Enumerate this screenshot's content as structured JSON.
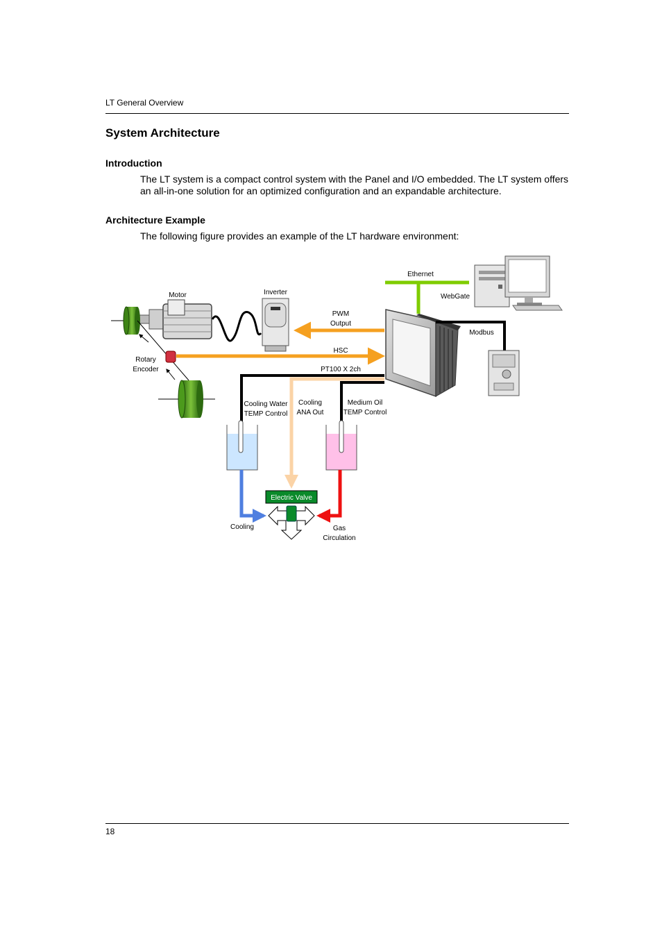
{
  "header": {
    "running_title": "LT General Overview"
  },
  "section": {
    "title": "System Architecture"
  },
  "introduction": {
    "heading": "Introduction",
    "text": "The LT system is a compact control system with the Panel and I/O embedded. The LT system offers an all-in-one solution for an optimized configuration and an expandable architecture."
  },
  "architecture": {
    "heading": "Architecture Example",
    "text": "The following figure provides an example of the LT hardware environment:"
  },
  "figure": {
    "labels": {
      "ethernet": "Ethernet",
      "webgate": "WebGate",
      "motor": "Motor",
      "inverter": "Inverter",
      "pwm_1": "PWM",
      "pwm_2": "Output",
      "modbus": "Modbus",
      "hsc": "HSC",
      "rotary_1": "Rotary",
      "rotary_2": "Encoder",
      "pt100": "PT100 X 2ch",
      "cooling_water_1": "Cooling Water",
      "cooling_water_2": "TEMP Control",
      "cooling_ana_1": "Cooling",
      "cooling_ana_2": "ANA Out",
      "medium_oil_1": "Medium Oil",
      "medium_oil_2": "TEMP Control",
      "electric_valve": "Electric Valve",
      "cooling": "Cooling",
      "gas_1": "Gas",
      "gas_2": "Circulation"
    },
    "colors": {
      "ethernet_line": "#7fcc00",
      "orange_signal": "#f5a020",
      "light_orange": "#fbd3a6",
      "black_line": "#000000",
      "cooling_blue": "#4f7fe0",
      "gas_red": "#ee1111",
      "cooling_tank": "#cce6ff",
      "oil_tank": "#ffc0e8",
      "encoder_green": "#4e9a1e",
      "valve_green": "#0a8a2a"
    }
  },
  "footer": {
    "page_number": "18"
  }
}
